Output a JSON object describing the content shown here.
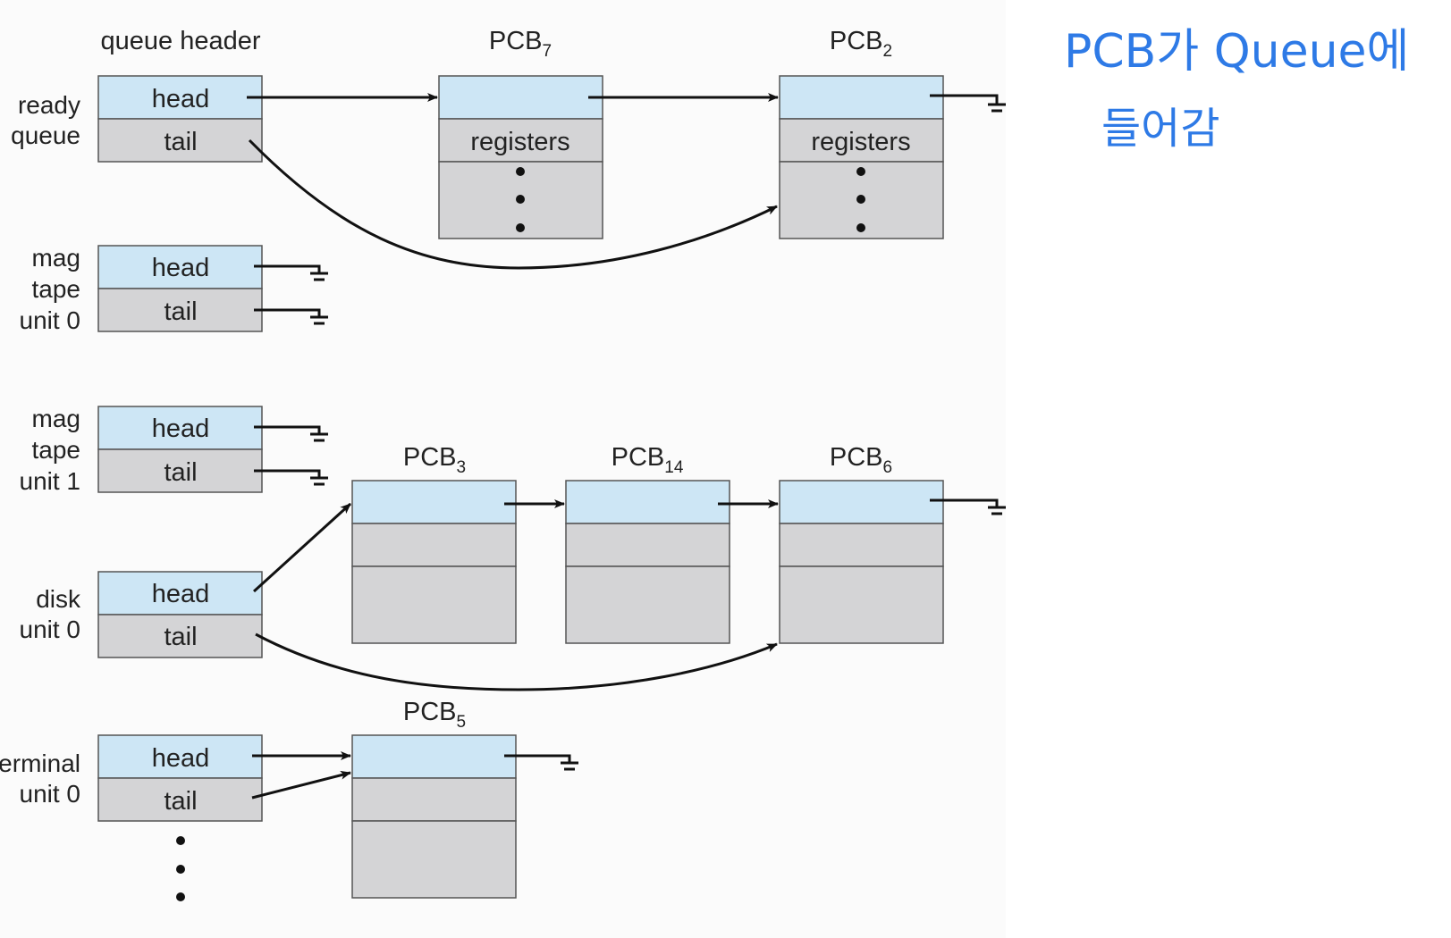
{
  "figure": {
    "column_title": "queue header",
    "head_label": "head",
    "tail_label": "tail",
    "registers_label": "registers",
    "queues": [
      {
        "id": "ready",
        "label_lines": [
          "ready",
          "queue"
        ],
        "pcbs": [
          "PCB7",
          "PCB2"
        ]
      },
      {
        "id": "mag0",
        "label_lines": [
          "mag",
          "tape",
          "unit 0"
        ],
        "pcbs": []
      },
      {
        "id": "mag1",
        "label_lines": [
          "mag",
          "tape",
          "unit 1"
        ],
        "pcbs": []
      },
      {
        "id": "disk0",
        "label_lines": [
          "disk",
          "unit 0"
        ],
        "pcbs": [
          "PCB3",
          "PCB14",
          "PCB6"
        ]
      },
      {
        "id": "term0",
        "label_lines": [
          "terminal",
          "unit 0"
        ],
        "pcbs": [
          "PCB5"
        ]
      }
    ],
    "pcbs": [
      {
        "id": "PCB7",
        "base": "PCB",
        "sub": "7"
      },
      {
        "id": "PCB2",
        "base": "PCB",
        "sub": "2"
      },
      {
        "id": "PCB3",
        "base": "PCB",
        "sub": "3"
      },
      {
        "id": "PCB14",
        "base": "PCB",
        "sub": "14"
      },
      {
        "id": "PCB6",
        "base": "PCB",
        "sub": "6"
      },
      {
        "id": "PCB5",
        "base": "PCB",
        "sub": "5"
      }
    ]
  },
  "annotation": {
    "line1": "PCB가 Queue에",
    "line2": "들어감",
    "color": "#2e7ae6"
  },
  "colors": {
    "head_fill": "#cde6f5",
    "body_fill": "#d4d4d6",
    "stroke": "#555555",
    "arrow": "#111111"
  }
}
